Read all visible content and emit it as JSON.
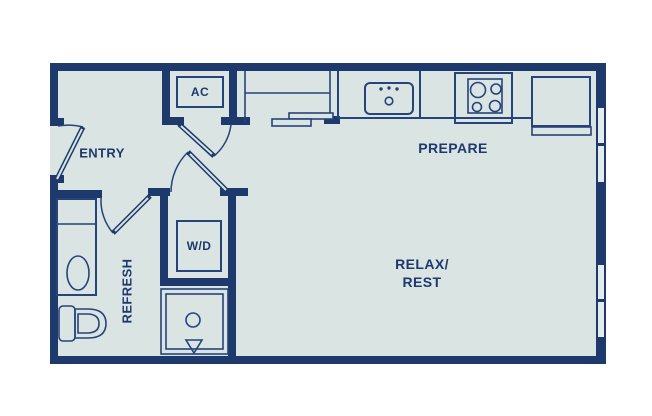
{
  "meta": {
    "type": "apartment-floor-plan",
    "background": "#ffffff"
  },
  "colors": {
    "wall": "#1e3a6c",
    "fixture_line": "#26437a",
    "floor": "#d9e4e3",
    "window_glass": "#e3ecea",
    "label_text": "#1e3a6c"
  },
  "rooms": {
    "entry": {
      "label": "ENTRY"
    },
    "kitchen": {
      "label": "PREPARE"
    },
    "living": {
      "label_line1": "RELAX/",
      "label_line2": "REST"
    },
    "bath": {
      "label": "REFRESH"
    },
    "laundry_closet": {
      "label": "W/D"
    },
    "ac_closet": {
      "label": "AC"
    }
  },
  "fixtures": [
    "entry-door",
    "ac-closet-door",
    "laundry-closet-door",
    "bathroom-door",
    "kitchen-counter",
    "kitchen-sink",
    "stove",
    "refrigerator",
    "shelf-nook",
    "washer-dryer",
    "shower",
    "vanity-sink",
    "toilet",
    "windows"
  ]
}
